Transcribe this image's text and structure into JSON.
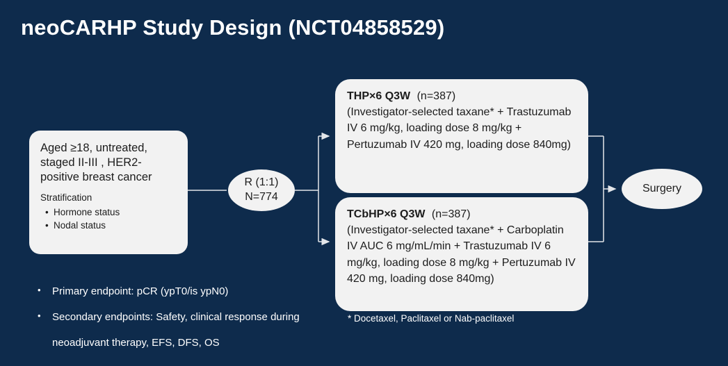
{
  "title": "neoCARHP Study Design (NCT04858529)",
  "colors": {
    "background": "#0e2b4c",
    "node_fill": "#f2f2f2",
    "node_text": "#1c1c1c",
    "slide_text": "#ffffff",
    "connector": "#e3e6ea"
  },
  "population": {
    "text": "Aged ≥18, untreated, staged II-III , HER2-positive breast cancer",
    "stratification_label": "Stratification",
    "stratification_items": [
      "Hormone status",
      "Nodal status"
    ]
  },
  "randomization": {
    "ratio": "R (1:1)",
    "n": "N=774"
  },
  "arms": [
    {
      "title": "THP×6 Q3W",
      "n": "(n=387)",
      "description": "(Investigator-selected taxane* + Trastuzumab IV 6 mg/kg, loading dose 8 mg/kg + Pertuzumab IV 420 mg, loading dose 840mg)"
    },
    {
      "title": "TCbHP×6 Q3W",
      "n": "(n=387)",
      "description": "(Investigator-selected taxane* + Carboplatin IV AUC 6 mg/mL/min + Trastuzumab IV 6 mg/kg, loading dose 8 mg/kg + Pertuzumab IV 420 mg, loading dose 840mg)"
    }
  ],
  "surgery_label": "Surgery",
  "footnote": "* Docetaxel, Paclitaxel or Nab-paclitaxel",
  "endpoints": [
    "Primary endpoint: pCR (ypT0/is ypN0)",
    "Secondary endpoints: Safety, clinical response during neoadjuvant therapy, EFS, DFS, OS"
  ]
}
